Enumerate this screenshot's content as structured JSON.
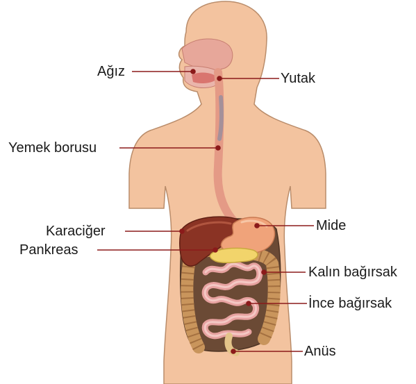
{
  "diagram": {
    "labels": {
      "mouth": "Ağız",
      "pharynx": "Yutak",
      "esophagus": "Yemek borusu",
      "liver": "Karaciğer",
      "pancreas": "Pankreas",
      "stomach": "Mide",
      "large_intestine": "Kalın bağırsak",
      "small_intestine": "İnce bağırsak",
      "anus": "Anüs"
    },
    "colors": {
      "skin": "#f3c39f",
      "skin_outline": "#b98c6a",
      "leader_line": "#8b1a1a",
      "liver": "#8a3324",
      "stomach": "#f0a37a",
      "pancreas": "#f2d46b",
      "small_intestine": "#e7a2a0",
      "large_intestine": "#c9955c",
      "abdomen_cavity": "#6b4a35",
      "esophagus": "#e49a86"
    }
  }
}
